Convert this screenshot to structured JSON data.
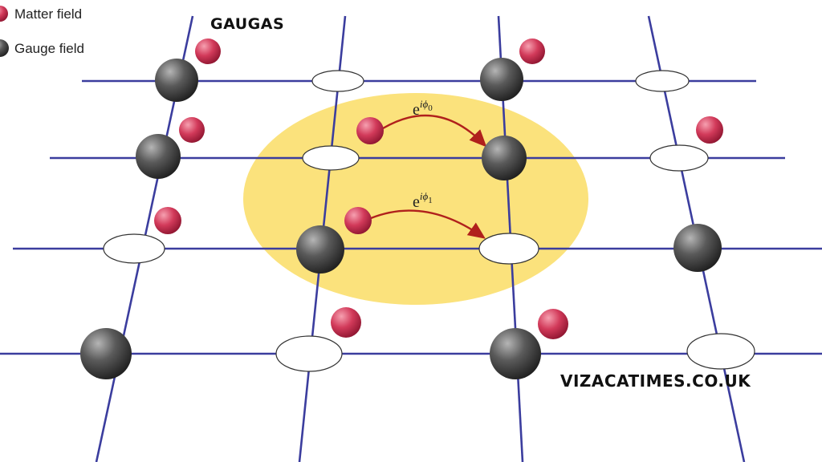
{
  "legend": {
    "matter_label": "Matter field",
    "gauge_label": "Gauge field"
  },
  "title": "GAUGAS",
  "watermark": "VIZACATIMES.CO.UK",
  "hopping": [
    {
      "base": "e",
      "sup": "iϕ",
      "sub": "0"
    },
    {
      "base": "e",
      "sup": "iϕ",
      "sub": "1"
    }
  ],
  "colors": {
    "lattice_line": "#3b3d9e",
    "highlight_region": "#fbe27c",
    "matter_sphere": "#d23a5a",
    "gauge_sphere": "#4a4a4a",
    "hop_arrow": "#b0201c",
    "empty_site": "#ffffff"
  }
}
